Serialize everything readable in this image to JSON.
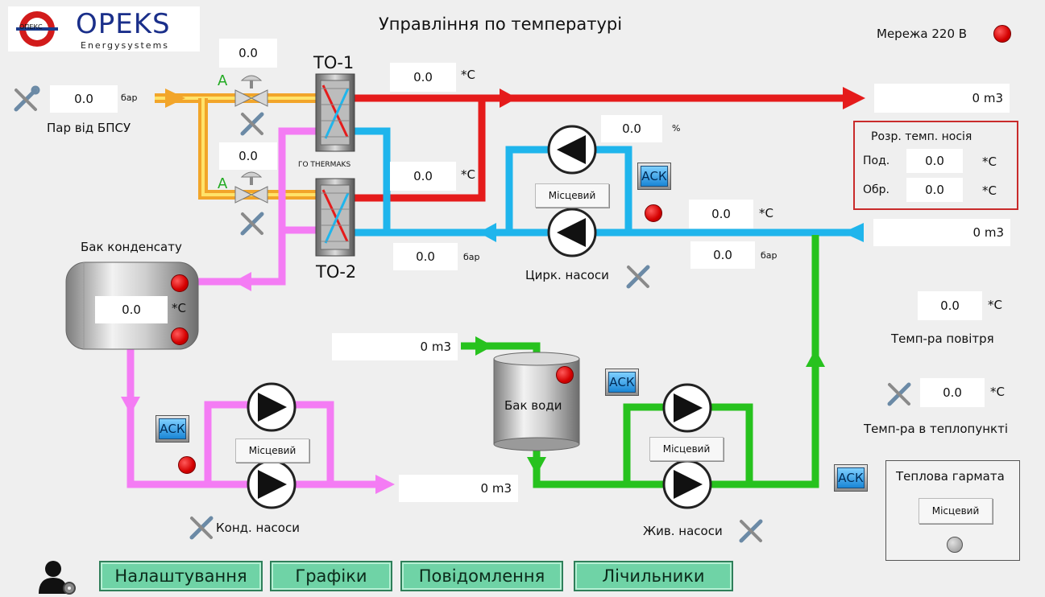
{
  "header": {
    "logo_text": "OPEKS",
    "logo_sub": "Energysystems",
    "logo_badge": "ОПЕКС",
    "title": "Управління по температурі",
    "network_label": "Мережа 220 В"
  },
  "steam": {
    "pressure_value": "0.0",
    "pressure_unit": "бар",
    "label": "Пар від БПСУ"
  },
  "valves": {
    "top_value": "0.0",
    "bottom_value": "0.0",
    "mode_letter": "A"
  },
  "exchangers": {
    "to1_label": "ТО-1",
    "to2_label": "ТО-2",
    "brand": "ГО THERMAKS"
  },
  "hot_line": {
    "supply_temp": "0.0",
    "return_temp": "0.0",
    "temp_unit": "*С",
    "flow_out": "0 m3"
  },
  "circ": {
    "percent_value": "0.0",
    "percent_unit": "%",
    "ack_label": "АСК",
    "local_label": "Місцевий",
    "label": "Цирк. насоси",
    "return_temp": "0.0",
    "return_temp_unit": "*С",
    "pressure_left": "0.0",
    "pressure_right": "0.0",
    "pressure_unit": "бар",
    "return_flow": "0 m3"
  },
  "design": {
    "title": "Розр. темп. носія",
    "supply_label": "Под.",
    "supply_value": "0.0",
    "return_label": "Обр.",
    "return_value": "0.0",
    "unit": "*С"
  },
  "condensate": {
    "tank_label": "Бак конденсату",
    "temp_value": "0.0",
    "temp_unit": "*С",
    "ack_label": "АСК",
    "local_label": "Місцевий",
    "pumps_label": "Конд. насоси",
    "flow_value": "0 m3"
  },
  "water": {
    "inlet_flow": "0 m3",
    "tank_label": "Бак води",
    "ack_label": "АСК",
    "local_label": "Місцевий",
    "pumps_label": "Жив. насоси"
  },
  "air": {
    "temp_value": "0.0",
    "unit": "*С",
    "label": "Темп-ра повітря"
  },
  "station": {
    "temp_value": "0.0",
    "unit": "*С",
    "label": "Темп-ра в теплопункті"
  },
  "heat_gun": {
    "ack_label": "АСК",
    "title": "Теплова гармата",
    "local_label": "Місцевий"
  },
  "nav": {
    "settings": "Налаштування",
    "charts": "Графіки",
    "messages": "Повідомлення",
    "counters": "Лічильники"
  },
  "colors": {
    "hot": "#e51b1b",
    "cold": "#1fb5ec",
    "condensate": "#f47cf4",
    "feed": "#27c21e",
    "steam": "#f2a52a",
    "alarm": "#d40000",
    "nav_button": "#6fd3a6"
  }
}
